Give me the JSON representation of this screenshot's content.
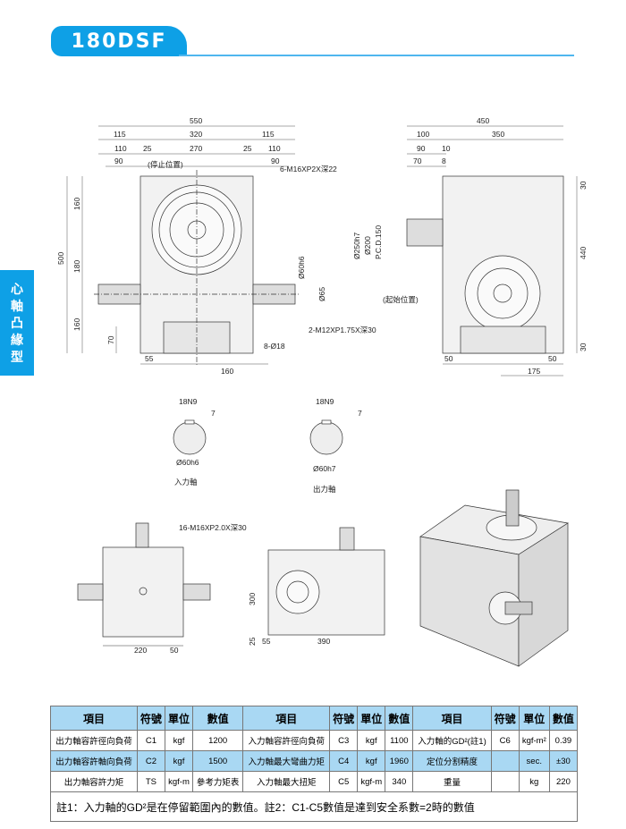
{
  "header": {
    "model": "180DSF"
  },
  "side_tab": {
    "label_chars": [
      "心",
      "軸",
      "凸",
      "緣",
      "型"
    ]
  },
  "front_view": {
    "dims_top": [
      "550",
      "115",
      "320",
      "115",
      "110",
      "25",
      "270",
      "25",
      "110",
      "90",
      "90"
    ],
    "dims_left": [
      "500",
      "160",
      "180",
      "160",
      "70"
    ],
    "dims_bottom": [
      "55",
      "160"
    ],
    "labels": {
      "stop_pos": "(停止位置)",
      "tap_top": "6-M16XP2X深22",
      "shaft_dia": "Ø60h6",
      "dia65": "Ø65",
      "tap_side": "2-M12XP1.75X深30",
      "holes": "8-Ø18"
    }
  },
  "side_view": {
    "dims_top": [
      "450",
      "100",
      "350",
      "90",
      "10",
      "70",
      "8"
    ],
    "dims_left": [
      "Ø250h7",
      "Ø200",
      "P.C.D.150"
    ],
    "dims_right": [
      "30",
      "440",
      "30"
    ],
    "dims_bottom": [
      "50",
      "50",
      "175"
    ],
    "labels": {
      "start_pos": "(起始位置)"
    }
  },
  "shaft_details": [
    {
      "key": "18N9",
      "depth": "7",
      "dia": "Ø60h6",
      "caption": "入力軸"
    },
    {
      "key": "18N9",
      "depth": "7",
      "dia": "Ø60h7",
      "caption": "出力軸"
    }
  ],
  "bottom_views": {
    "tap": "16-M16XP2.0X深30",
    "dims": [
      "220",
      "50",
      "300",
      "25",
      "55",
      "390"
    ]
  },
  "colors": {
    "accent": "#0ea0e6",
    "table_header": "#a9d8f3"
  },
  "spec_table": {
    "headers": [
      "項目",
      "符號",
      "單位",
      "數值",
      "項目",
      "符號",
      "單位",
      "數值",
      "項目",
      "符號",
      "單位",
      "數值"
    ],
    "rows": [
      [
        "出力軸容許徑向負荷",
        "C1",
        "kgf",
        "1200",
        "入力軸容許徑向負荷",
        "C3",
        "kgf",
        "1100",
        "入力軸的GD²(註1)",
        "C6",
        "kgf-m²",
        "0.39"
      ],
      [
        "出力軸容許軸向負荷",
        "C2",
        "kgf",
        "1500",
        "入力軸最大彎曲力矩",
        "C4",
        "kgf",
        "1960",
        "定位分割精度",
        "",
        "sec.",
        "±30"
      ],
      [
        "出力軸容許力矩",
        "TS",
        "kgf-m",
        "參考力矩表",
        "入力軸最大扭矩",
        "C5",
        "kgf-m",
        "340",
        "重量",
        "",
        "kg",
        "220"
      ]
    ],
    "note": "註1：入力軸的GD²是在停留範圍內的數值。註2：C1-C5數值是達到安全系數=2時的數值"
  }
}
